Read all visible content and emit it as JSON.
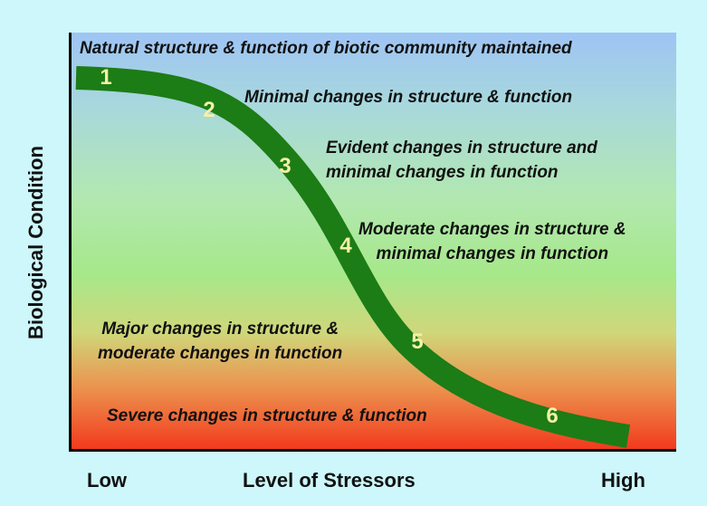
{
  "axes": {
    "y_label": "Biological Condition",
    "x_label": "Level of Stressors",
    "x_low": "Low",
    "x_high": "High"
  },
  "tiers": [
    {
      "number": "1",
      "description_lines": [
        "Natural structure & function of  biotic community maintained"
      ]
    },
    {
      "number": "2",
      "description_lines": [
        "Minimal changes in structure & function"
      ]
    },
    {
      "number": "3",
      "description_lines": [
        "Evident changes in structure and",
        "minimal changes in function"
      ]
    },
    {
      "number": "4",
      "description_lines": [
        "Moderate changes in structure &",
        "minimal changes in function"
      ]
    },
    {
      "number": "5",
      "description_lines": [
        "Major changes in structure &",
        "moderate changes in function"
      ]
    },
    {
      "number": "6",
      "description_lines": [
        "Severe changes in structure & function"
      ]
    }
  ],
  "colors": {
    "curve": "#1c7c16",
    "background": "#cdf7fb",
    "gradient_top": "#9ec4f4",
    "gradient_bottom": "#f23a1e",
    "tier_number": "#f6f1a6"
  }
}
